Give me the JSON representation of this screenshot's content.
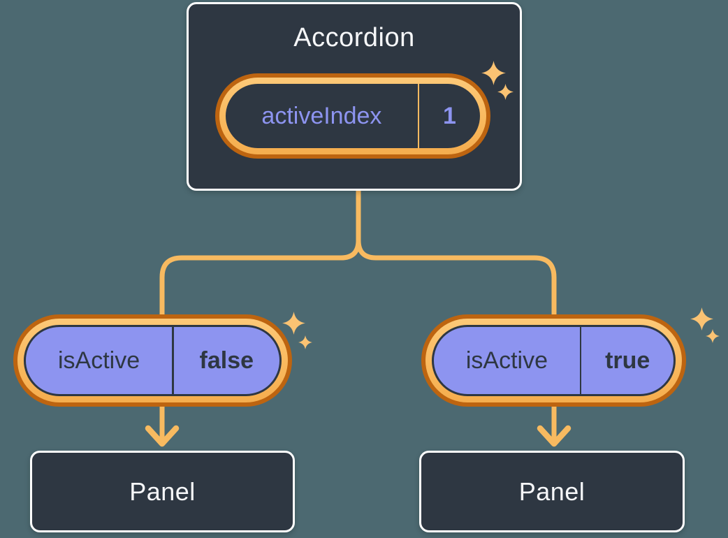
{
  "palette": {
    "background": "#4c6971",
    "slate": "#2e3742",
    "purple": "#8d94f0",
    "ring_dark": "#bd6410",
    "ring_light": "#fcc169",
    "line_orange": "#f8ba60",
    "sparkle": "#fbc373",
    "white": "#ffffff",
    "title_white": "#f6f7f9"
  },
  "icons": {
    "sparkle": "four-point-star-sparkle-icon",
    "arrow": "arrow-down-chevron-icon"
  },
  "accordion": {
    "title": "Accordion",
    "state": {
      "name": "activeIndex",
      "value": "1"
    }
  },
  "children": [
    {
      "state": {
        "name": "isActive",
        "value": "false"
      },
      "panel_label": "Panel"
    },
    {
      "state": {
        "name": "isActive",
        "value": "true"
      },
      "panel_label": "Panel"
    }
  ]
}
